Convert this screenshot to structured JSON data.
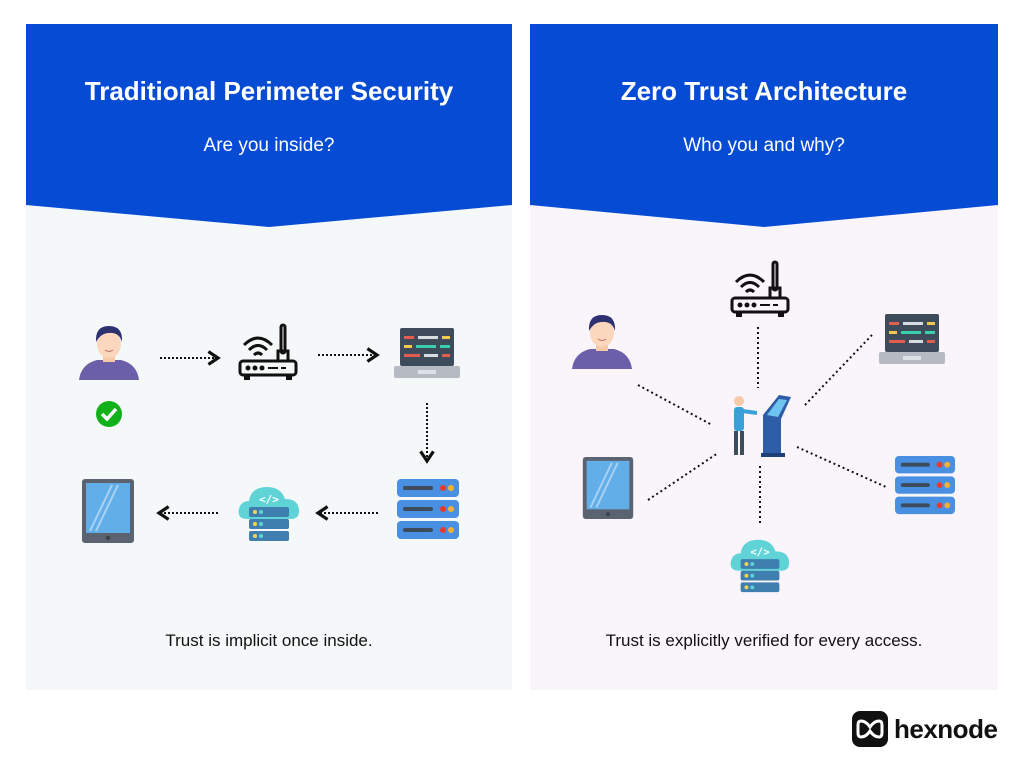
{
  "left": {
    "title": "Traditional Perimeter Security",
    "subtitle": "Are you inside?",
    "caption": "Trust is implicit once inside."
  },
  "right": {
    "title": "Zero Trust Architecture",
    "subtitle": "Who you and why?",
    "caption": "Trust is explicitly verified for every access."
  },
  "brand": {
    "name": "hexnode"
  },
  "colors": {
    "header_blue": "#064bd4",
    "left_bg": "#f4f8f8",
    "right_bg": "#faf5fb",
    "check_green": "#12b01a"
  }
}
